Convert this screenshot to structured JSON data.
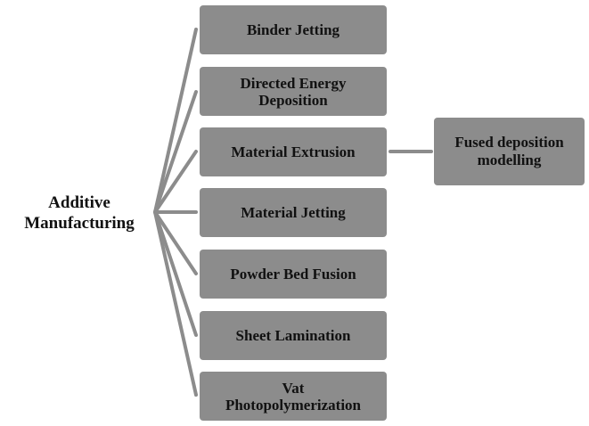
{
  "root": {
    "line1": "Additive",
    "line2": "Manufacturing"
  },
  "categories": [
    {
      "lines": [
        "Binder Jetting"
      ]
    },
    {
      "lines": [
        "Directed Energy",
        "Deposition"
      ]
    },
    {
      "lines": [
        "Material Extrusion"
      ]
    },
    {
      "lines": [
        "Material Jetting"
      ]
    },
    {
      "lines": [
        "Powder Bed Fusion"
      ]
    },
    {
      "lines": [
        "Sheet Lamination"
      ]
    },
    {
      "lines": [
        "Vat",
        "Photopolymerization"
      ]
    }
  ],
  "sub_node": {
    "line1": "Fused deposition",
    "line2": "modelling"
  },
  "colors": {
    "box": "#8c8c8c",
    "connector": "#8c8c8c",
    "text": "#111111"
  }
}
